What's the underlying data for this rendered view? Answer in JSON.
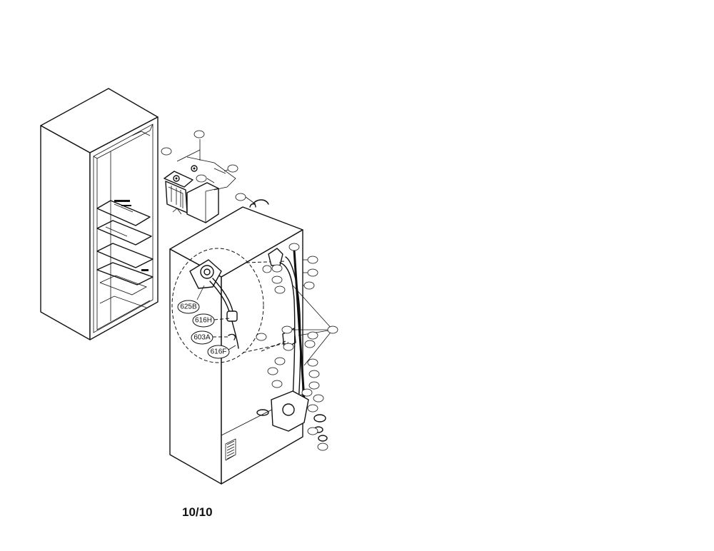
{
  "callouts": [
    "625B",
    "616H",
    "603A",
    "616F"
  ],
  "page_number": "10/10"
}
